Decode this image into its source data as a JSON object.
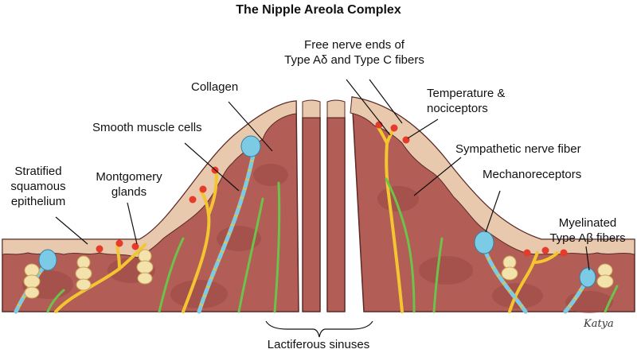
{
  "title": "The Nipple Areola Complex",
  "labels": {
    "free_nerve_ends": "Free nerve ends of\nType Aδ and Type C fibers",
    "temperature": "Temperature &\nnociceptors",
    "collagen": "Collagen",
    "smooth_muscle": "Smooth muscle cells",
    "sympathetic": "Sympathetic nerve fiber",
    "stratified": "Stratified\nsquamous\nepithelium",
    "montgomery": "Montgomery\nglands",
    "mechanoreceptors": "Mechanoreceptors",
    "myelinated": "Myelinated\nType Aβ fibers",
    "lactiferous": "Lactiferous sinuses"
  },
  "signature": "Katya",
  "colors": {
    "dermis": "#b25d56",
    "dermis_dark": "#934741",
    "epidermis": "#e8c9ad",
    "outline": "#5a2a26",
    "nerve_yellow": "#f2c531",
    "nerve_green": "#6cc24a",
    "receptor_blue": "#7ccbe6",
    "receptor_red": "#e63a2a",
    "gland": "#f4e2ad"
  }
}
